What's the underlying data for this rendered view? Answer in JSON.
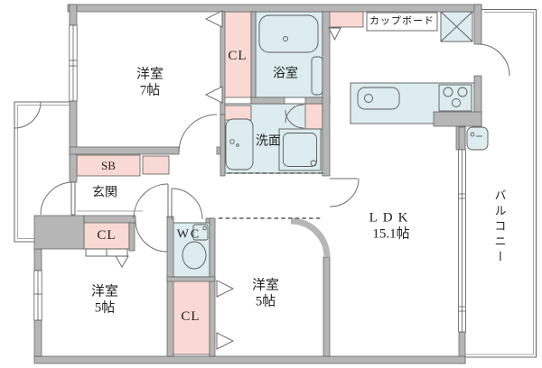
{
  "floorplan": {
    "rooms": {
      "bedroom_main": {
        "label": "洋室",
        "size": "7帖"
      },
      "bedroom_center": {
        "label": "洋室",
        "size": "5帖"
      },
      "bedroom_left": {
        "label": "洋室",
        "size": "5帖"
      },
      "ldk": {
        "label": "LDK",
        "size": "15.1帖"
      },
      "bath": {
        "label": "浴室"
      },
      "washroom": {
        "label": "洗面"
      },
      "toilet": {
        "label": "WC"
      },
      "entrance": {
        "label": "玄関"
      },
      "balcony": {
        "label": "バルコニー"
      }
    },
    "storage": {
      "cupboard": {
        "label": "カップボード"
      },
      "closet_main": {
        "label": "CL"
      },
      "closet_hall": {
        "label": "CL"
      },
      "closet_center": {
        "label": "CL"
      },
      "shoe_box": {
        "label": "SB"
      }
    },
    "colors": {
      "wall": "#b6b6b6",
      "wall_line": "#5a5a5a",
      "closet_fill": "#f9d9d3",
      "wet_fill": "#dcecef",
      "text": "#1f1f1f"
    }
  }
}
